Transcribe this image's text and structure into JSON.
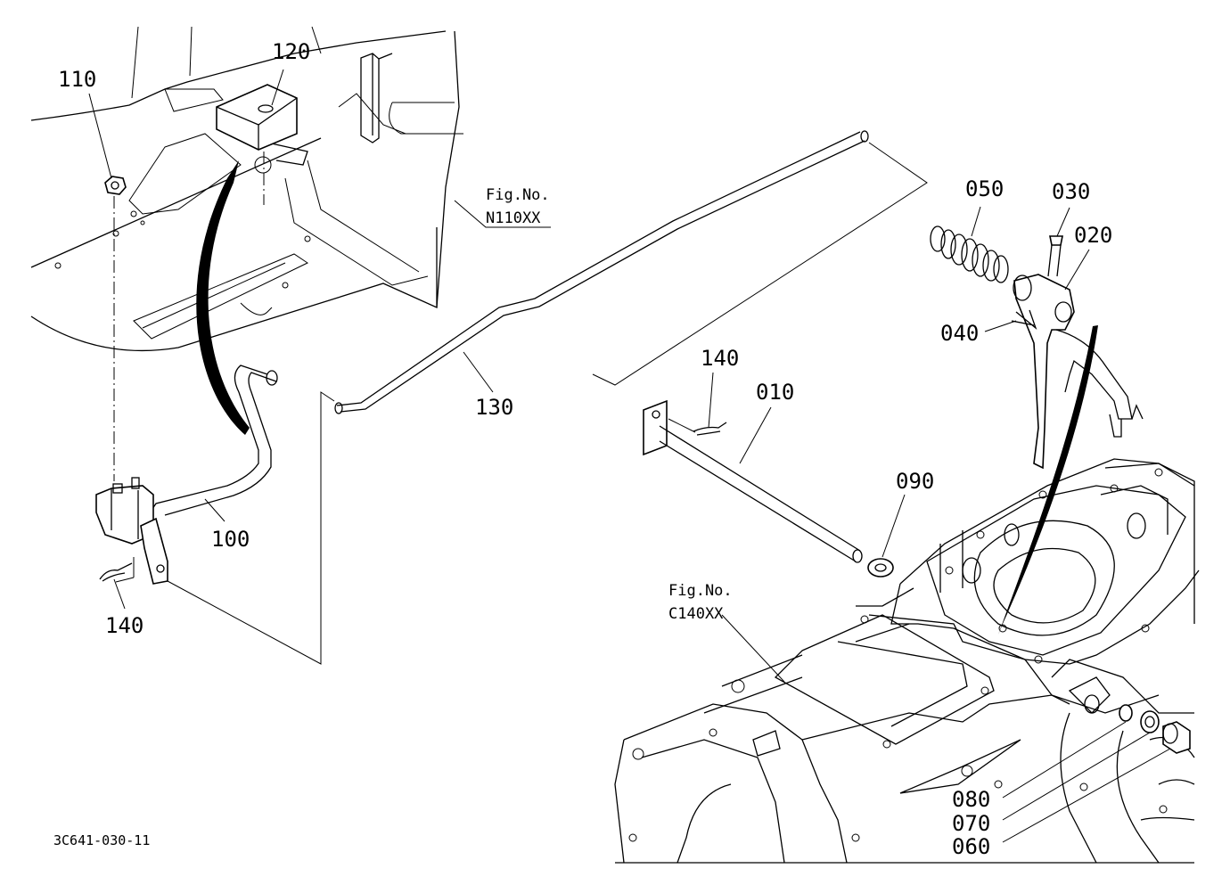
{
  "labels": {
    "p010": "010",
    "p020": "020",
    "p030": "030",
    "p040": "040",
    "p050": "050",
    "p060": "060",
    "p070": "070",
    "p080": "080",
    "p090": "090",
    "p100": "100",
    "p110": "110",
    "p120": "120",
    "p130": "130",
    "p140a": "140",
    "p140b": "140"
  },
  "refs": {
    "fig_top_line1": "Fig.No.",
    "fig_top_line2": "N110XX",
    "fig_bottom_line1": "Fig.No.",
    "fig_bottom_line2": "C140XX"
  },
  "drawing_code": "3C641-030-11",
  "colors": {
    "ink": "#000000",
    "paper": "#ffffff"
  }
}
